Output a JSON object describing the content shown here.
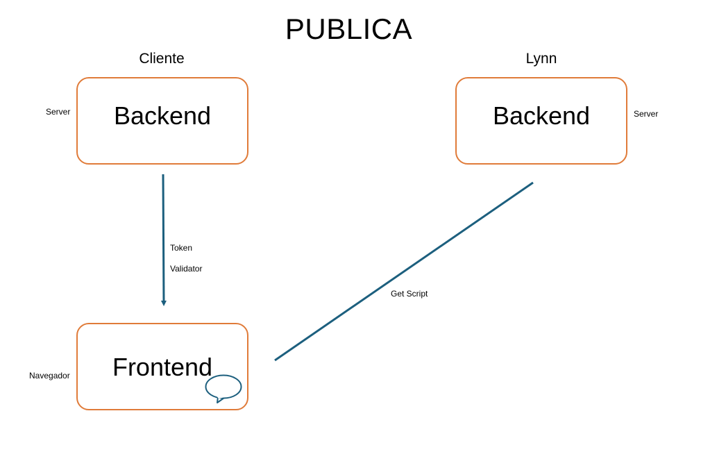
{
  "title": "PUBLICA",
  "columns": {
    "left": "Cliente",
    "right": "Lynn"
  },
  "nodes": {
    "client_backend": {
      "label": "Backend",
      "side_label": "Server"
    },
    "lynn_backend": {
      "label": "Backend",
      "side_label": "Server"
    },
    "client_frontend": {
      "label": "Frontend",
      "side_label": "Navegador"
    }
  },
  "edges": {
    "token_validator": {
      "line1": "Token",
      "line2": "Validator"
    },
    "get_script": {
      "label": "Get Script"
    }
  },
  "colors": {
    "box_border": "#e07b39",
    "connector": "#1c5f7e"
  },
  "icons": {
    "chat": "speech-bubble-icon"
  }
}
